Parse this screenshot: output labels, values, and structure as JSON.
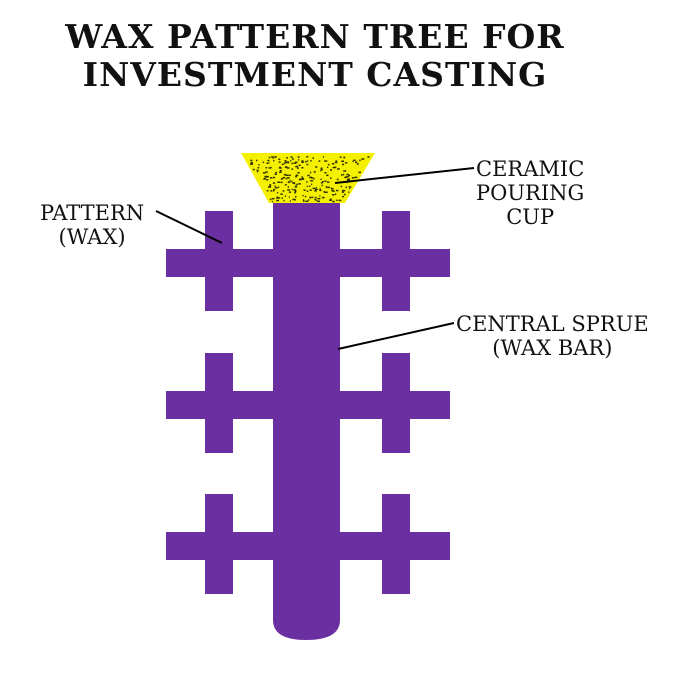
{
  "title": {
    "line1": "WAX PATTERN TREE FOR",
    "line2": "INVESTMENT CASTING"
  },
  "labels": {
    "pattern": {
      "line1": "PATTERN",
      "line2": "(WAX)"
    },
    "pouring_cup": {
      "line1": "CERAMIC",
      "line2": "POURING",
      "line3": "CUP"
    },
    "sprue": {
      "line1": "CENTRAL SPRUE",
      "line2": "(WAX BAR)"
    }
  },
  "colors": {
    "wax": "#6a2fa0",
    "ceramic": "#f5f000",
    "ceramic_speckle": "#333300",
    "leader": "#000000"
  },
  "pattern_count": 6
}
